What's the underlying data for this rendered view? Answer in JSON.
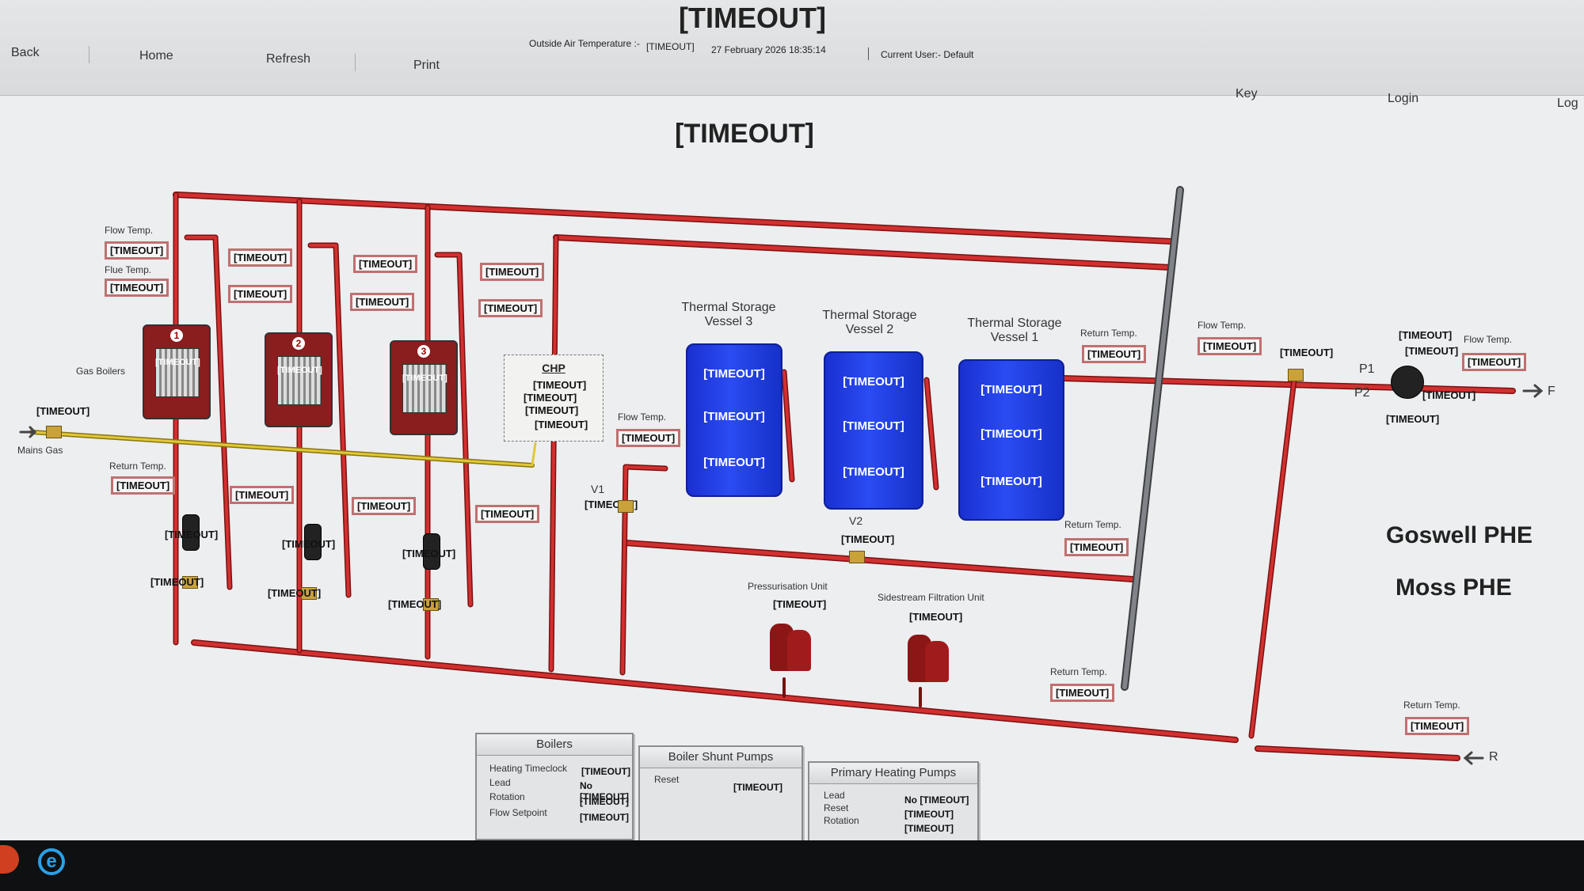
{
  "header": {
    "app_title": "[TIMEOUT]",
    "nav": {
      "back": "Back",
      "home": "Home",
      "refresh": "Refresh",
      "print": "Print",
      "key": "Key",
      "login": "Login",
      "logout": "Log"
    },
    "outside_air_label": "Outside Air Temperature :-",
    "outside_air_value": "[TIMEOUT]",
    "datetime": "27 February 2026 18:35:14",
    "current_user": "Current User:- Default"
  },
  "page_title": "[TIMEOUT]",
  "boilers": {
    "section_label": "Gas Boilers",
    "units": [
      {
        "num": "1",
        "value": "[TIMEOUT]",
        "value2": "[TIMEOUT]"
      },
      {
        "num": "2",
        "value": "[TIMEOUT]",
        "value2": "[TIMEOUT]"
      },
      {
        "num": "3",
        "value": "[TIMEOUT]",
        "value2": "[TIMEOUT]"
      }
    ],
    "flow_temp_label": "Flow Temp.",
    "flue_temp_label": "Flue Temp.",
    "return_temp_label": "Return Temp.",
    "flow_temp": "[TIMEOUT]",
    "flue_temp": "[TIMEOUT]",
    "return_temp": "[TIMEOUT]",
    "b2_flow": "[TIMEOUT]",
    "b2_flue": "[TIMEOUT]",
    "b2_return": "[TIMEOUT]",
    "b3_flow": "[TIMEOUT]",
    "b3_flue": "[TIMEOUT]",
    "b3_return": "[TIMEOUT]",
    "chp_flow": "[TIMEOUT]",
    "chp_flue": "[TIMEOUT]",
    "chp_return": "[TIMEOUT]",
    "pump1": "[TIMEOUT]",
    "pump2": "[TIMEOUT]",
    "pump3": "[TIMEOUT]",
    "valve1": "[TIMEOUT]",
    "valve2": "[TIMEOUT]",
    "valve3": "[TIMEOUT]"
  },
  "mains_gas": {
    "label": "Mains Gas",
    "value": "[TIMEOUT]"
  },
  "chp": {
    "label": "CHP",
    "values": [
      "[TIMEOUT]",
      "[TIMEOUT]",
      "[TIMEOUT]",
      "[TIMEOUT]"
    ]
  },
  "thermal_storage": {
    "flow_temp_label": "Flow Temp.",
    "flow_temp": "[TIMEOUT]",
    "vessels": [
      {
        "name": "Thermal Storage Vessel 3",
        "values": [
          "[TIMEOUT]",
          "[TIMEOUT]",
          "[TIMEOUT]"
        ]
      },
      {
        "name": "Thermal Storage Vessel 2",
        "values": [
          "[TIMEOUT]",
          "[TIMEOUT]",
          "[TIMEOUT]"
        ]
      },
      {
        "name": "Thermal Storage Vessel 1",
        "values": [
          "[TIMEOUT]",
          "[TIMEOUT]",
          "[TIMEOUT]"
        ]
      }
    ],
    "v1_label": "V1",
    "v1_value": "[TIMEOUT]",
    "v2_label": "V2",
    "v2_value": "[TIMEOUT]",
    "return_temp_label": "Return Temp.",
    "return_temp_upper": "[TIMEOUT]",
    "return_temp_mid": "[TIMEOUT]",
    "return_temp_lower": "[TIMEOUT]"
  },
  "units": {
    "pressurisation_label": "Pressurisation Unit",
    "pressurisation_value": "[TIMEOUT]",
    "sidestream_label": "Sidestream Filtration Unit",
    "sidestream_value": "[TIMEOUT]"
  },
  "primary": {
    "flow_temp_label": "Flow Temp.",
    "flow_temp": "[TIMEOUT]",
    "valve_value": "[TIMEOUT]",
    "p1_label": "P1",
    "p2_label": "P2",
    "pump_values": [
      "[TIMEOUT]",
      "[TIMEOUT]",
      "[TIMEOUT]",
      "[TIMEOUT]"
    ],
    "out_flow_temp_label": "Flow Temp.",
    "out_flow_temp": "[TIMEOUT]",
    "f_label": "F",
    "r_label": "R",
    "return_temp_label": "Return Temp.",
    "return_temp": "[TIMEOUT]",
    "goswell": "Goswell PHE",
    "moss": "Moss PHE"
  },
  "panels": {
    "boilers": {
      "title": "Boilers",
      "rows": [
        {
          "label": "Heating Timeclock",
          "value": "[TIMEOUT]"
        },
        {
          "label": "Lead",
          "value": "No [TIMEOUT]"
        },
        {
          "label": "Rotation",
          "value": "[TIMEOUT]"
        },
        {
          "label": "Flow Setpoint",
          "value": "[TIMEOUT]"
        }
      ]
    },
    "shunt": {
      "title": "Boiler Shunt Pumps",
      "rows": [
        {
          "label": "Reset",
          "value": "[TIMEOUT]"
        }
      ]
    },
    "primary": {
      "title": "Primary Heating Pumps",
      "rows": [
        {
          "label": "Lead",
          "value": "No [TIMEOUT]"
        },
        {
          "label": "Reset",
          "value": "[TIMEOUT]"
        },
        {
          "label": "Rotation",
          "value": "[TIMEOUT]"
        }
      ]
    }
  },
  "colors": {
    "pipe": "#c82a2a",
    "gas": "#c8b020",
    "vessel": "#2a4cf2",
    "header": "#707478"
  }
}
